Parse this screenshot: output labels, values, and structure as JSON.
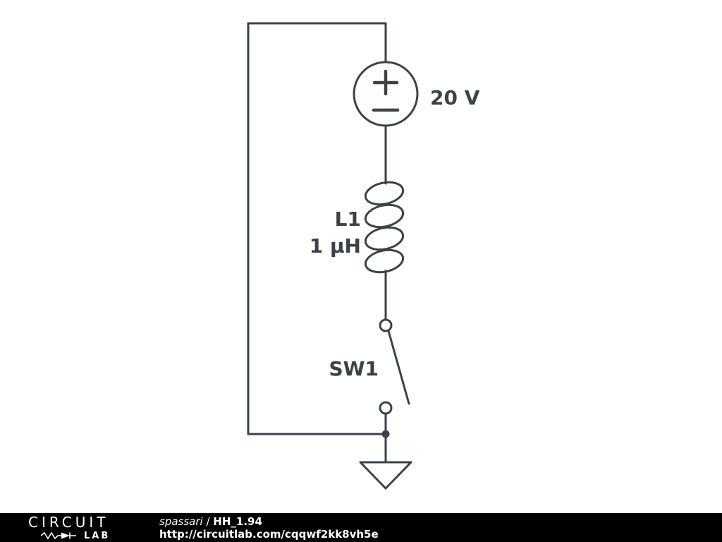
{
  "schematic": {
    "voltage_source": {
      "label": "20 V"
    },
    "inductor": {
      "ref": "L1",
      "value": "1 µH"
    },
    "switch": {
      "ref": "SW1"
    }
  },
  "footer": {
    "logo": {
      "top": "CIRCUIT",
      "bottom": "LAB"
    },
    "author": "spassari",
    "separator": " / ",
    "title": "HH_1.94",
    "url": "http://circuitlab.com/cqqwf2kk8vh5e"
  },
  "colors": {
    "wire": "#3b4247",
    "background": "#ffffff",
    "footer_bg": "#000000",
    "footer_text": "#ffffff"
  }
}
